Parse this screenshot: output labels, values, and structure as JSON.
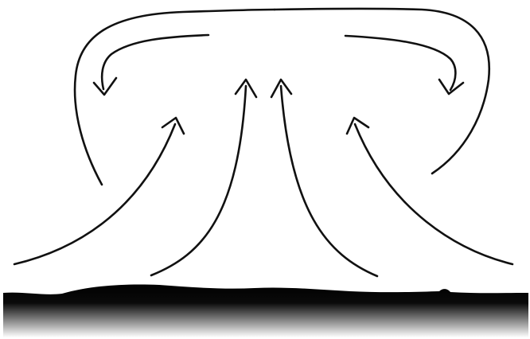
{
  "colors": {
    "background": "#ffffff",
    "ink": "#111111",
    "ground_dark": "#000000",
    "ground_light": "#ffffff"
  },
  "diagram": {
    "ground": {
      "icon": "heated-ground-surface"
    },
    "arrows": [
      {
        "id": "outer-loop-left",
        "kind": "circulation-loop"
      },
      {
        "id": "outer-loop-right",
        "kind": "circulation-loop"
      },
      {
        "id": "rise-outer-left",
        "kind": "rising-air"
      },
      {
        "id": "rise-inner-left",
        "kind": "rising-air"
      },
      {
        "id": "rise-inner-right",
        "kind": "rising-air"
      },
      {
        "id": "rise-outer-right",
        "kind": "rising-air"
      }
    ]
  }
}
